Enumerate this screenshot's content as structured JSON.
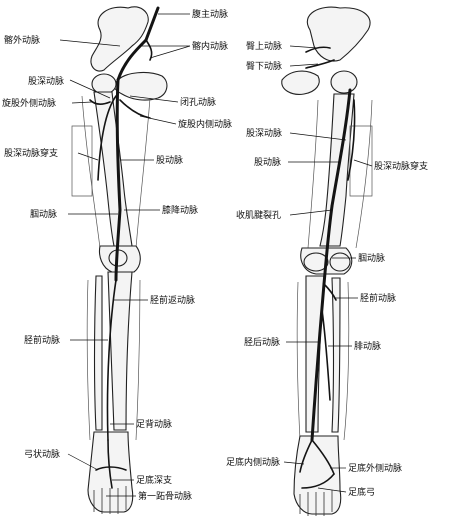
{
  "labels": {
    "abdominal_aorta": "腹主动脉",
    "external_iliac": "髂外动脉",
    "internal_iliac": "髂内动脉",
    "deep_femoral": "股深动脉",
    "lateral_circumflex_femoral": "旋股外侧动脉",
    "obturator": "闭孔动脉",
    "medial_circumflex_femoral": "旋股内侧动脉",
    "perforating_branches": "股深动脉穿支",
    "femoral": "股动脉",
    "popliteal": "腘动脉",
    "descending_genicular": "膝降动脉",
    "anterior_tibial_recurrent": "胫前返动脉",
    "anterior_tibial": "胫前动脉",
    "dorsalis_pedis": "足背动脉",
    "arcuate": "弓状动脉",
    "deep_plantar_branch": "足底深支",
    "first_dorsal_metatarsal": "第一跖骨动脉",
    "superior_gluteal": "臀上动脉",
    "inferior_gluteal": "臀下动脉",
    "deep_femoral_post": "股深动脉",
    "femoral_post": "股动脉",
    "perforating_post": "股深动脉穿支",
    "adductor_hiatus": "收肌腱裂孔",
    "popliteal_post": "腘动脉",
    "anterior_tibial_post": "胫前动脉",
    "posterior_tibial": "胫后动脉",
    "peroneal": "腓动脉",
    "medial_plantar": "足底内侧动脉",
    "lateral_plantar": "足底外侧动脉",
    "plantar_arch": "足底弓"
  }
}
